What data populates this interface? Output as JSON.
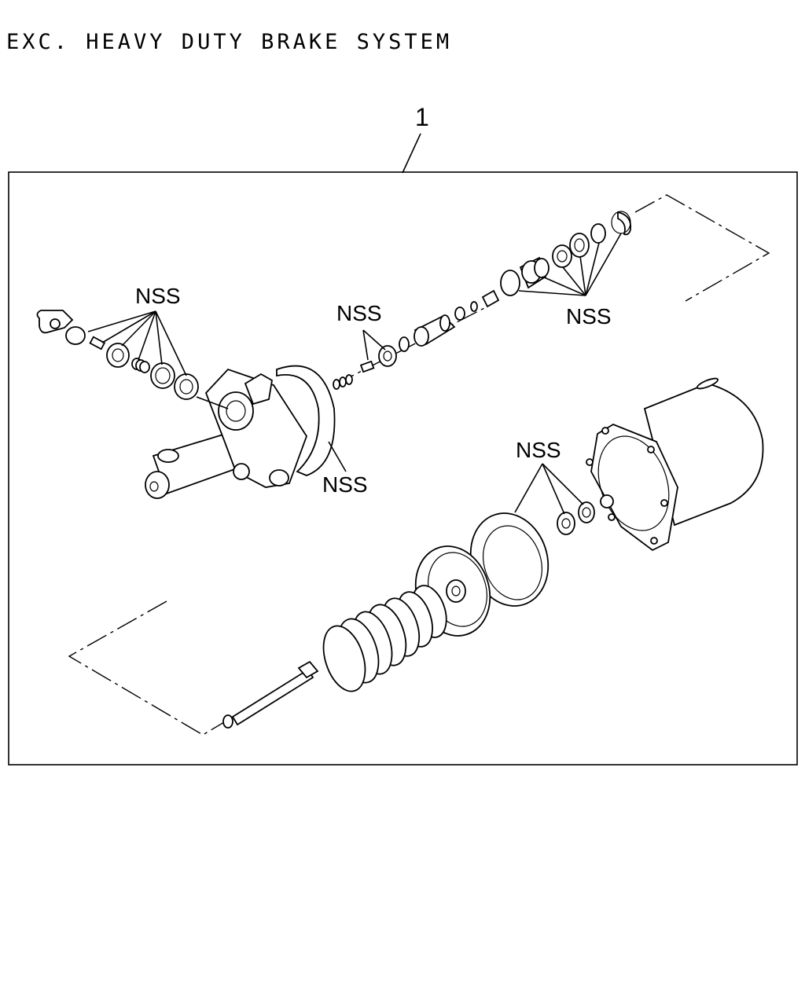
{
  "diagram": {
    "title": "EXC. HEAVY DUTY BRAKE SYSTEM",
    "callout_number": "1",
    "labels": {
      "nss_left": "NSS",
      "nss_center": "NSS",
      "nss_right_top": "NSS",
      "nss_housing": "NSS",
      "nss_right_mid": "NSS"
    }
  }
}
